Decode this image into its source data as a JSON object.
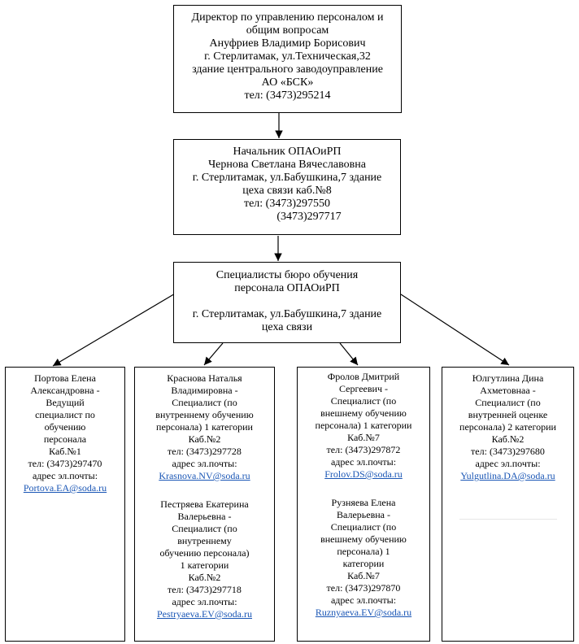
{
  "director": {
    "lines": [
      "Директор по управлению персоналом и",
      "общим вопросам",
      "Ануфриев Владимир Борисович",
      "г. Стерлитамак, ул.Техническая,32",
      "здание центрального заводоуправление",
      "АО «БСК»",
      "тел: (3473)295214"
    ]
  },
  "head": {
    "lines": [
      "Начальник ОПАОиРП",
      "Чернова Светлана Вячеславовна",
      "г. Стерлитамак, ул.Бабушкина,7 здание",
      "цеха связи каб.№8",
      "тел: (3473)297550",
      "(3473)297717"
    ]
  },
  "bureau": {
    "lines": [
      "Специалисты бюро обучения",
      "персонала ОПАОиРП",
      "",
      "г. Стерлитамак, ул.Бабушкина,7 здание",
      "цеха связи"
    ]
  },
  "staff": {
    "portova": {
      "lines": [
        "Портова Елена",
        "Александровна -",
        "Ведущий",
        "специалист по",
        "обучению",
        "персонала",
        "Каб.№1",
        "тел: (3473)297470",
        "адрес эл.почты:"
      ],
      "email": "Portova.EA@soda.ru"
    },
    "krasnova": {
      "lines": [
        "Краснова Наталья",
        "Владимировна -",
        "Специалист (по",
        "внутреннему обучению",
        "персонала) 1 категории",
        "Каб.№2",
        "тел: (3473)297728",
        "адрес эл.почты:"
      ],
      "email": "Krasnova.NV@soda.ru"
    },
    "pestryaeva": {
      "lines": [
        "Пестряева Екатерина",
        "Валерьевна -",
        "Специалист (по",
        "внутреннему",
        "обучению персонала)",
        "1 категории",
        "Каб.№2",
        "тел: (3473)297718",
        "адрес эл.почты:"
      ],
      "email": "Pestryaeva.EV@soda.ru"
    },
    "frolov": {
      "lines": [
        "Фролов Дмитрий",
        "Сергеевич -",
        "Специалист (по",
        "внешнему обучению",
        "персонала) 1 категории",
        "Каб.№7",
        "тел: (3473)297872",
        "адрес эл.почты:"
      ],
      "email": "Frolov.DS@soda.ru"
    },
    "ruznyaeva": {
      "lines": [
        "Рузняева Елена",
        "Валерьевна -",
        "Специалист (по",
        "внешнему обучению",
        "персонала) 1",
        "категории",
        "Каб.№7",
        "тел: (3473)297870",
        "адрес эл.почты:"
      ],
      "email": "Ruznyaeva.EV@soda.ru"
    },
    "yulgutlina": {
      "lines": [
        "Юлгутлина Дина",
        "Ахметовнаа -",
        "Специалист (по",
        "внутренней оценке",
        "персонала) 2 категории",
        "Каб.№2",
        "тел: (3473)297680",
        "адрес эл.почты:"
      ],
      "email": "Yulgutlina.DA@soda.ru"
    }
  }
}
